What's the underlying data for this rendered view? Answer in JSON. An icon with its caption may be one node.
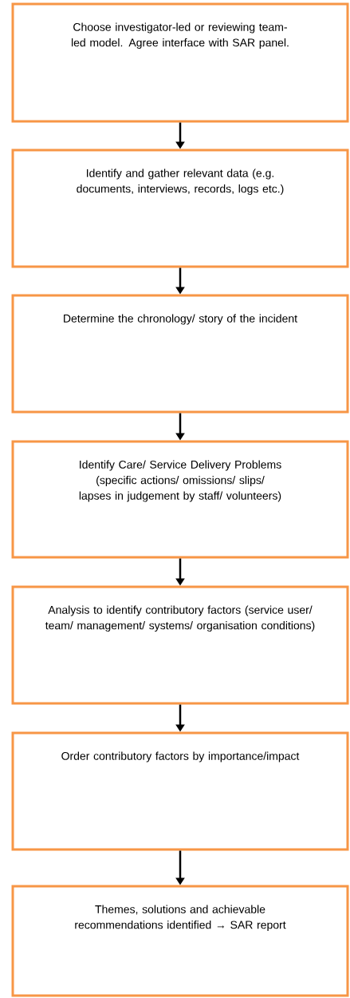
{
  "diagram": {
    "nodes": [
      {
        "text": [
          "Choose investigator-led or reviewing team-led model.  Agree interface with SAR panel."
        ]
      },
      {
        "text": [
          "Identify and gather relevant data (e.g. documents, interviews, records, logs etc.)"
        ]
      },
      {
        "text": [
          "Determine the chronology/ story of the incident"
        ]
      },
      {
        "text": [
          "Identify Care/ Service Delivery Problems (specific actions/ omissions/ slips/ lapses in judgement by staff/ volunteers)"
        ]
      },
      {
        "text": [
          "Analysis to identify contributory factors (service user/ team/ management/ systems/ organisation conditions)"
        ]
      },
      {
        "text": [
          "Order contributory factors by importance/impact"
        ]
      },
      {
        "text": [
          "Themes, solutions and achievable recommendations identified → SAR report"
        ]
      }
    ],
    "edges": [
      {
        "from": 0,
        "to": 1,
        "arrow": "to"
      },
      {
        "from": 1,
        "to": 2,
        "arrow": "to"
      },
      {
        "from": 2,
        "to": 3,
        "arrow": "to"
      },
      {
        "from": 3,
        "to": 4,
        "arrow": "to"
      },
      {
        "from": 4,
        "to": 5,
        "arrow": "to"
      },
      {
        "from": 5,
        "to": 6,
        "arrow": "to"
      }
    ]
  }
}
